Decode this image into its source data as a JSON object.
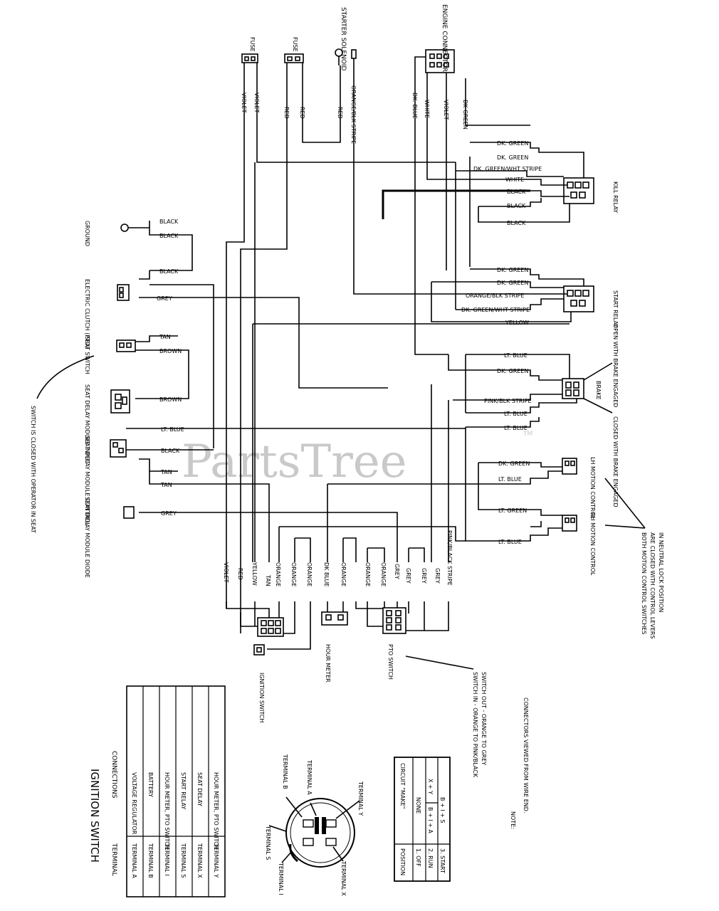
{
  "labels": {
    "fuse1": "FUSE",
    "fuse2": "FUSE",
    "starter": "STARTER SOLENOID",
    "engine": "ENGINE CONNECTOR",
    "kill_relay": "KILL RELAY",
    "start_relay": "START RELAY",
    "brake": "BRAKE",
    "open_brake": "OPEN WITH BRAKE ENGAGED",
    "closed_brake": "CLOSED WITH BRAKE ENGAGED",
    "lh_motion": "LH MOTION CONTROL",
    "rh_motion": "RH MOTION CONTROL",
    "motion_note": "BOTH MOTION CONTROL SWITCHES ARE CLOSED WITH CONTROL LEVERS IN NEUTRAL LOCK POSITION",
    "ground": "GROUND",
    "clutch": "ELECTRIC CLUTCH (PTO)",
    "seat_switch": "SEAT SWITCH",
    "seat_delay_input": "SEAT DELAY MODULE INPUT",
    "seat_delay_control": "SEAT DELAY MODULE CONTROL",
    "seat_delay_diode": "SEAT DELAY MODULE DIODE",
    "seat_note": "SWITCH IS CLOSED WITH OPERATOR IN SEAT",
    "ignition": "IGNITION SWITCH",
    "hour_meter": "HOUR METER",
    "pto_switch": "PTO SWITCH",
    "pto_note": "SWITCH IN - ORANGE TO PINK/BLACK SWITCH OUT - ORANGE TO GREY",
    "connector_note": "NOTE: CONNECTORS VIEWED FROM WIRE END.",
    "terminal_b": "TERMINAL B",
    "terminal_a": "TERMINAL A",
    "terminal_y": "TERMINAL Y",
    "terminal_s": "TERMINAL S",
    "terminal_i": "TERMINAL I",
    "terminal_x": "TERMINAL X",
    "watermark": "PartsTree",
    "watermark_tm": "TM"
  },
  "top_wires": [
    "VIOLET",
    "VIOLET",
    "RED",
    "RED",
    "RED",
    "ORANGE/BLK STRIPE",
    "DK. BLUE",
    "WHITE",
    "VIOLET",
    "DK GREEN"
  ],
  "right_wires": [
    "DK. GREEN",
    "DK. GREEN",
    "DK. GREEN/WHT STRIPE",
    "WHITE",
    "BLACK",
    "BLACK",
    "BLACK",
    "DK. GREEN",
    "DK. GREEN",
    "ORANGE/BLK STRIPE",
    "DK. GREEN/WHT STRIPE",
    "YELLOW",
    "LT. BLUE",
    "DK. GREEN",
    "PINK/BLK STRIPE",
    "LT. BLUE",
    "LT. BLUE",
    "DK. GREEN",
    "LT. BLUE",
    "LT. GREEN",
    "LT. BLUE"
  ],
  "left_wires": [
    "BLACK",
    "BLACK",
    "BLACK",
    "GREY",
    "TAN",
    "BROWN",
    "BROWN",
    "LT. BLUE",
    "BLACK",
    "TAN",
    "TAN",
    "GREY"
  ],
  "bottom_wires": [
    "VIOLET",
    "RED",
    "YELLOW",
    "TAN",
    "ORANGE",
    "ORANGE",
    "ORANGE",
    "DK BLUE",
    "ORANGE",
    "ORANGE",
    "ORANGE",
    "GREY",
    "GREY",
    "GREY",
    "GREY",
    "PINK/BLACK STRIPE"
  ],
  "ignition_table": {
    "title": "IGNITION SWITCH",
    "headers": [
      "TERMINAL",
      "CONNECTIONS"
    ],
    "rows": [
      [
        "TERMINAL A",
        "VOLTAGE REGULATOR"
      ],
      [
        "TERMINAL B",
        "BATTERY"
      ],
      [
        "TERMINAL I",
        "HOUR METER, PTO SWITCH"
      ],
      [
        "TERMINAL S",
        "START RELAY"
      ],
      [
        "TERMINAL X",
        "SEAT DELAY"
      ],
      [
        "TERMINAL Y",
        "HOUR METER, PTO SWITCH"
      ]
    ]
  },
  "position_table": {
    "headers": [
      "POSITION",
      "CIRCUIT \"MAKE\""
    ],
    "rows": [
      [
        "1. OFF",
        "NONE",
        ""
      ],
      [
        "2. RUN",
        "B + I + A",
        "X + Y"
      ],
      [
        "3. START",
        "B + I + S",
        ""
      ]
    ]
  }
}
